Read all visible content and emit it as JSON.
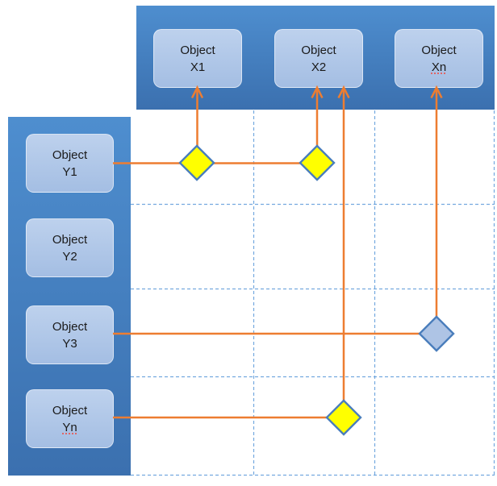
{
  "diagram": {
    "objects_x": [
      {
        "title": "Object",
        "subtitle": "X1",
        "misspelled": false
      },
      {
        "title": "Object",
        "subtitle": "X2",
        "misspelled": false
      },
      {
        "title": "Object",
        "subtitle": "Xn",
        "misspelled": true
      }
    ],
    "objects_y": [
      {
        "title": "Object",
        "subtitle": "Y1",
        "misspelled": false
      },
      {
        "title": "Object",
        "subtitle": "Y2",
        "misspelled": false
      },
      {
        "title": "Object",
        "subtitle": "Y3",
        "misspelled": false
      },
      {
        "title": "Object",
        "subtitle": "Yn",
        "misspelled": true
      }
    ],
    "relationships": [
      {
        "from": "Y1",
        "to": "X1",
        "marker": "yellow-diamond"
      },
      {
        "from": "Y1",
        "to": "X2",
        "marker": "yellow-diamond"
      },
      {
        "from": "Y3",
        "to": "Xn",
        "marker": "blue-diamond"
      },
      {
        "from": "Yn",
        "to": "X2",
        "marker": "yellow-diamond"
      }
    ]
  },
  "colors": {
    "band_gradient_top": "#4E8ECF",
    "band_gradient_bottom": "#3B70AF",
    "box_gradient_top": "#BDD1ED",
    "box_gradient_bottom": "#A4BEE3",
    "box_text": "#1A1A1A",
    "connector_orange": "#ED7D31",
    "grid_dash_blue": "#74A9DF",
    "diamond_yellow": "#FFFF00",
    "diamond_blue_fill": "#AEC4E5",
    "diamond_border": "#4A7EBC",
    "spellcheck_red": "#E06666"
  }
}
